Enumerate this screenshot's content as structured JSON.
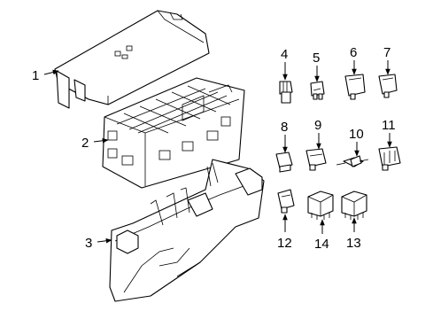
{
  "callouts": [
    {
      "id": 1,
      "text": "1"
    },
    {
      "id": 2,
      "text": "2"
    },
    {
      "id": 3,
      "text": "3"
    },
    {
      "id": 4,
      "text": "4"
    },
    {
      "id": 5,
      "text": "5"
    },
    {
      "id": 6,
      "text": "6"
    },
    {
      "id": 7,
      "text": "7"
    },
    {
      "id": 8,
      "text": "8"
    },
    {
      "id": 9,
      "text": "9"
    },
    {
      "id": 10,
      "text": "10"
    },
    {
      "id": 11,
      "text": "11"
    },
    {
      "id": 12,
      "text": "12"
    },
    {
      "id": 13,
      "text": "13"
    },
    {
      "id": 14,
      "text": "14"
    }
  ]
}
